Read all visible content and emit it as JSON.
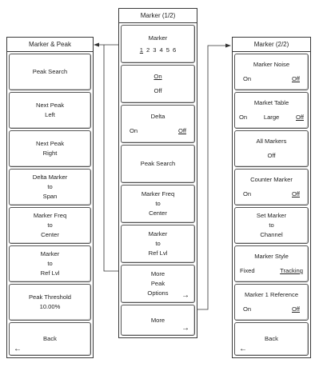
{
  "left_menu": {
    "title": "Marker & Peak",
    "keys": {
      "peak_search": "Peak Search",
      "next_peak_left": [
        "Next Peak",
        "Left"
      ],
      "next_peak_right": [
        "Next Peak",
        "Right"
      ],
      "delta_marker_span": [
        "Delta Marker",
        "to",
        "Span"
      ],
      "marker_freq_center": [
        "Marker Freq",
        "to",
        "Center"
      ],
      "marker_ref_lvl": [
        "Marker",
        "to",
        "Ref Lvl"
      ],
      "peak_threshold": [
        "Peak Threshold",
        "10.00%"
      ],
      "back": "Back"
    }
  },
  "center_menu": {
    "title": "Marker (1/2)",
    "keys": {
      "marker": {
        "label": "Marker",
        "numbers": [
          "1",
          "2",
          "3",
          "4",
          "5",
          "6"
        ],
        "selected": "1"
      },
      "on_off": {
        "on": "On",
        "off": "Off",
        "selected": "On"
      },
      "delta": {
        "label": "Delta",
        "on": "On",
        "off": "Off",
        "selected": "Off"
      },
      "peak_search": "Peak Search",
      "marker_freq_center": [
        "Marker Freq",
        "to",
        "Center"
      ],
      "marker_ref_lvl": [
        "Marker",
        "to",
        "Ref Lvl"
      ],
      "more_peak_options": [
        "More",
        "Peak",
        "Options"
      ],
      "more": "More"
    }
  },
  "right_menu": {
    "title": "Marker (2/2)",
    "keys": {
      "marker_noise": {
        "label": "Marker Noise",
        "on": "On",
        "off": "Off",
        "selected": "Off"
      },
      "marker_table": {
        "label": "Market Table",
        "on": "On",
        "large": "Large",
        "off": "Off",
        "selected": "Off"
      },
      "all_markers": {
        "label": "All Markers",
        "value": "Off"
      },
      "counter_marker": {
        "label": "Counter Marker",
        "on": "On",
        "off": "Off",
        "selected": "Off"
      },
      "set_marker_channel": [
        "Set Marker",
        "to",
        "Channel"
      ],
      "marker_style": {
        "label": "Marker Style",
        "fixed": "Fixed",
        "tracking": "Tracking",
        "selected": "Tracking"
      },
      "marker1_reference": {
        "label": "Marker 1 Reference",
        "on": "On",
        "off": "Off",
        "selected": "Off"
      },
      "back": "Back"
    }
  },
  "glyphs": {
    "arrow_right": "→",
    "arrow_left": "←"
  }
}
